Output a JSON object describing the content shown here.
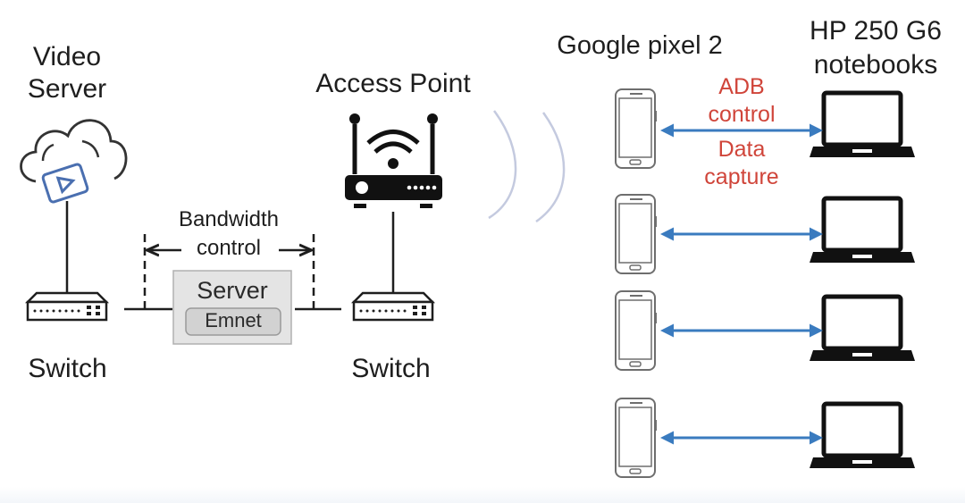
{
  "nodes": {
    "video_server": {
      "label_line1": "Video",
      "label_line2": "Server"
    },
    "switch_left": {
      "label": "Switch"
    },
    "bandwidth": {
      "label_line1": "Bandwidth",
      "label_line2": "control"
    },
    "server": {
      "label": "Server",
      "sublabel": "Emnet"
    },
    "access_point": {
      "label": "Access Point"
    },
    "switch_right": {
      "label": "Switch"
    },
    "phones": {
      "label": "Google pixel 2",
      "count": 4
    },
    "laptops": {
      "label_line1": "HP 250 G6",
      "label_line2": "notebooks",
      "count": 4
    }
  },
  "link_annotation": {
    "line1": "ADB",
    "line2": "control",
    "line3": "Data",
    "line4": "capture"
  },
  "colors": {
    "text": "#1e1e1e",
    "annotation": "#d0453a",
    "link_arrow": "#3a7bbf",
    "video_icon": "#4a6fb0",
    "wifi_arcs": "#c4cadf"
  }
}
